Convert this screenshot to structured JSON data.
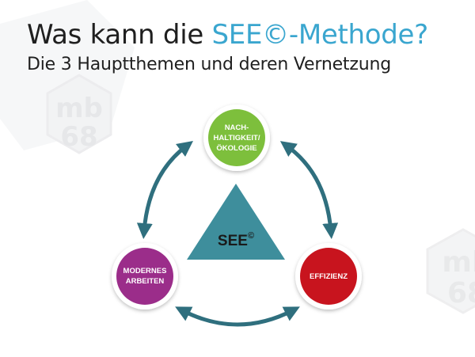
{
  "header": {
    "title_prefix": "Was kann die ",
    "title_accent": "SEE©-Methode?",
    "subtitle": "Die 3 Hauptthemen und deren Vernetzung"
  },
  "watermark": {
    "line1": "mb",
    "line2": "68"
  },
  "diagram": {
    "center": {
      "label": "SEE",
      "superscript": "©"
    },
    "nodes": {
      "top": {
        "lines": [
          "NACH-",
          "HALTIGKEIT/",
          "ÖKOLOGIE"
        ]
      },
      "left": {
        "lines": [
          "MODERNES",
          "ARBEITEN"
        ]
      },
      "right": {
        "lines": [
          "EFFIZIENZ"
        ]
      }
    }
  },
  "colors": {
    "accent": "#3aa6cf",
    "arrow": "#2f6f7e",
    "triangle": "#3e8e9c",
    "node_top": "#7dbf3c",
    "node_left": "#9b2d8a",
    "node_right": "#c8141e"
  }
}
